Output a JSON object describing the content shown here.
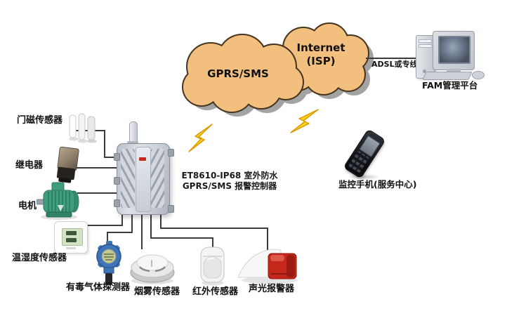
{
  "colors": {
    "cloud_fill": "#F3BF7E",
    "cloud_stroke": "#46351F",
    "cloud_shadow": "#A3A3A3",
    "lightning": "#FFD21C",
    "lightning_stroke": "#DB9B00",
    "line": "#3B3B3B",
    "alarm_red": "#C5271B",
    "gas_blue": "#3F74B8",
    "motor_green": "#3F9C7E"
  },
  "clouds": {
    "gprs": "GPRS/SMS",
    "internet_line1": "Internet",
    "internet_line2": "(ISP)"
  },
  "controller": {
    "line1": "ET8610-IP68 室外防水",
    "line2": "GPRS/SMS 报警控制器"
  },
  "link": {
    "adsl": "ADSL或专线"
  },
  "devices": {
    "door_sensor": "门磁传感器",
    "relay": "继电器",
    "motor": "电机",
    "temp_humidity": "温湿度传感器",
    "toxic_gas": "有毒气体探测器",
    "smoke": "烟雾传感器",
    "infrared": "红外传感器",
    "sound_light": "声光报警器",
    "phone": "监控手机(服务中心)",
    "fam_platform": "FAM管理平台"
  }
}
